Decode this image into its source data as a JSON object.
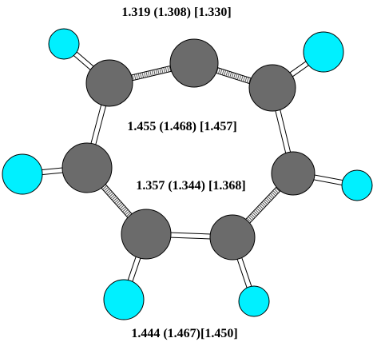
{
  "bond_labels": {
    "top": "1.319 (1.308) [1.330]",
    "upper_middle": "1.455 (1.468) [1.457]",
    "lower_middle": "1.357 (1.344) [1.368]",
    "bottom": "1.444 (1.467)[1.450]"
  },
  "atom_colors": {
    "carbon": "#6b6b6b",
    "hydrogen": "#00f0ff"
  }
}
